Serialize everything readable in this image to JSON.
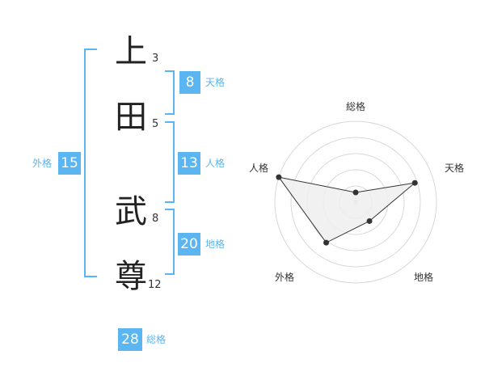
{
  "name": {
    "characters": [
      {
        "char": "上",
        "strokes": "3"
      },
      {
        "char": "田",
        "strokes": "5"
      },
      {
        "char": "武",
        "strokes": "8"
      },
      {
        "char": "尊",
        "strokes": "12"
      }
    ]
  },
  "fortunes": {
    "tenkaku": {
      "value": "8",
      "label": "天格"
    },
    "jinkaku": {
      "value": "13",
      "label": "人格"
    },
    "chikaku": {
      "value": "20",
      "label": "地格"
    },
    "gaikaku": {
      "value": "15",
      "label": "外格"
    },
    "soukaku": {
      "value": "28",
      "label": "総格"
    }
  },
  "radar": {
    "axes": [
      "総格",
      "天格",
      "地格",
      "外格",
      "人格"
    ],
    "levels": 5,
    "values": [
      0.12,
      0.77,
      0.29,
      0.62,
      1.0
    ]
  },
  "colors": {
    "accent": "#5bb5f0",
    "radar_fill": "#eeeeee",
    "ring": "#d8d8d8"
  }
}
